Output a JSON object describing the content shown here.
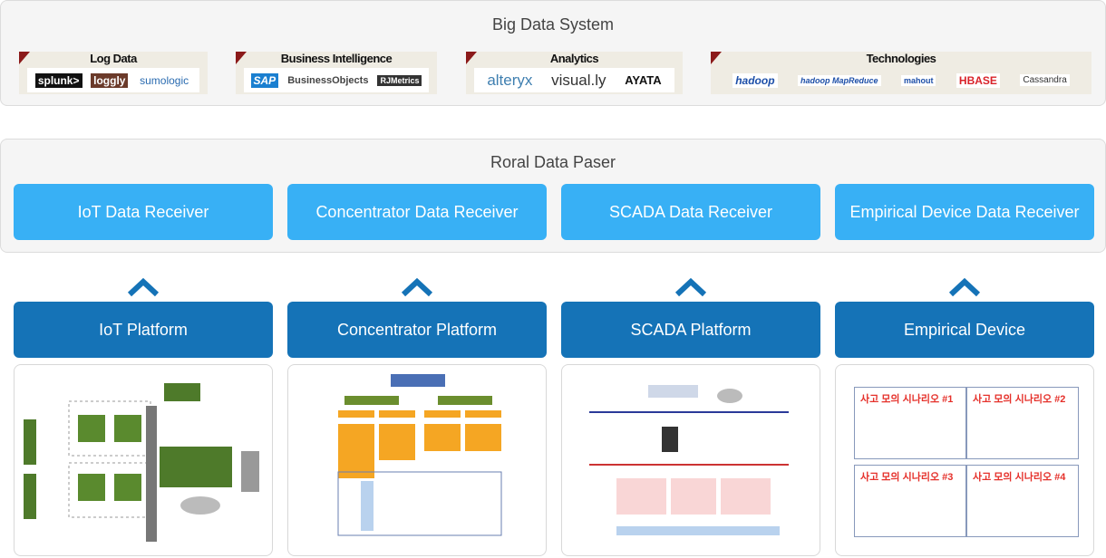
{
  "big_data": {
    "title": "Big Data System",
    "categories": [
      {
        "label": "Log Data",
        "logos": [
          "splunk>",
          "loggly",
          "sumologic"
        ]
      },
      {
        "label": "Business Intelligence",
        "logos": [
          "SAP",
          "BusinessObjects",
          "RJMetrics"
        ]
      },
      {
        "label": "Analytics",
        "logos": [
          "alteryx",
          "visual.ly",
          "AYATA"
        ]
      },
      {
        "label": "Technologies",
        "logos": [
          "hadoop",
          "hadoop MapReduce",
          "mahout",
          "HBASE",
          "Cassandra"
        ]
      }
    ]
  },
  "parser": {
    "title": "Roral Data Paser",
    "receivers": [
      "IoT Data Receiver",
      "Concentrator Data Receiver",
      "SCADA Data Receiver",
      "Empirical Device Data Receiver"
    ]
  },
  "platforms": [
    "IoT Platform",
    "Concentrator Platform",
    "SCADA Platform",
    "Empirical Device"
  ],
  "scenarios": [
    "사고 모의 시나리오 #1",
    "사고 모의 시나리오 #2",
    "사고 모의 시나리오 #3",
    "사고 모의 시나리오 #4"
  ],
  "colors": {
    "receiver": "#38b0f5",
    "platform": "#1573b7",
    "scenario_title": "#e5302a"
  }
}
